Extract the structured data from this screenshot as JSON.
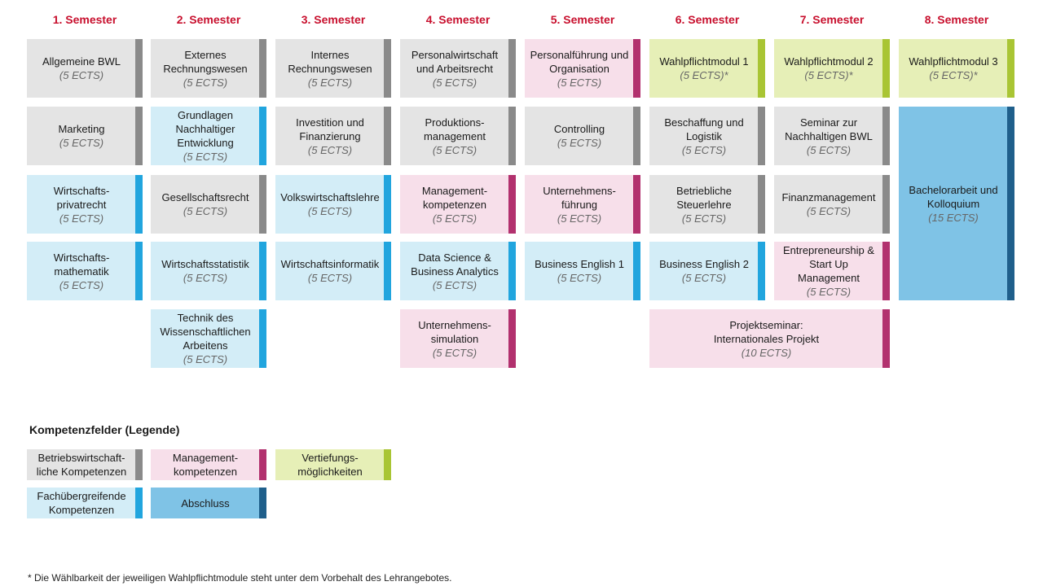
{
  "semesters": [
    "1. Semester",
    "2. Semester",
    "3. Semester",
    "4. Semester",
    "5. Semester",
    "6. Semester",
    "7. Semester",
    "8. Semester"
  ],
  "modules": [
    {
      "name": "Allgemeine BWL",
      "ects": "(5 ECTS)",
      "field": "grey"
    },
    {
      "name": "Marketing",
      "ects": "(5 ECTS)",
      "field": "grey"
    },
    {
      "name": "Wirtschafts-\nprivatrecht",
      "ects": "(5 ECTS)",
      "field": "blue"
    },
    {
      "name": "Wirtschafts-\nmathematik",
      "ects": "(5 ECTS)",
      "field": "blue"
    },
    {
      "name": "Externes\nRechnungswesen",
      "ects": "(5 ECTS)",
      "field": "grey"
    },
    {
      "name": "Grundlagen\nNachhaltiger\nEntwicklung",
      "ects": "(5 ECTS)",
      "field": "blue"
    },
    {
      "name": "Gesellschaftsrecht",
      "ects": "(5 ECTS)",
      "field": "grey"
    },
    {
      "name": "Wirtschaftsstatistik",
      "ects": "(5 ECTS)",
      "field": "blue"
    },
    {
      "name": "Technik des\nWissenschaftlichen\nArbeitens",
      "ects": "(5 ECTS)",
      "field": "blue"
    },
    {
      "name": "Internes\nRechnungswesen",
      "ects": "(5 ECTS)",
      "field": "grey"
    },
    {
      "name": "Investition und\nFinanzierung",
      "ects": "(5 ECTS)",
      "field": "grey"
    },
    {
      "name": "Volkswirtschaftslehre",
      "ects": "(5 ECTS)",
      "field": "blue"
    },
    {
      "name": "Wirtschaftsinformatik",
      "ects": "(5 ECTS)",
      "field": "blue"
    },
    {
      "name": "Personalwirtschaft\nund Arbeitsrecht",
      "ects": "(5 ECTS)",
      "field": "grey"
    },
    {
      "name": "Produktions-\nmanagement",
      "ects": "(5 ECTS)",
      "field": "grey"
    },
    {
      "name": "Management-\nkompetenzen",
      "ects": "(5 ECTS)",
      "field": "pink"
    },
    {
      "name": "Data Science &\nBusiness Analytics",
      "ects": "(5 ECTS)",
      "field": "blue"
    },
    {
      "name": "Unternehmens-\nsimulation",
      "ects": "(5 ECTS)",
      "field": "pink"
    },
    {
      "name": "Personalführung und\nOrganisation",
      "ects": "(5 ECTS)",
      "field": "pink"
    },
    {
      "name": "Controlling",
      "ects": "(5 ECTS)",
      "field": "grey"
    },
    {
      "name": "Unternehmens-\nführung",
      "ects": "(5 ECTS)",
      "field": "pink"
    },
    {
      "name": "Business English 1",
      "ects": "(5 ECTS)",
      "field": "blue"
    },
    {
      "name": "Wahlpflichtmodul 1",
      "ects": "(5 ECTS)*",
      "field": "green"
    },
    {
      "name": "Beschaffung und\nLogistik",
      "ects": "(5 ECTS)",
      "field": "grey"
    },
    {
      "name": "Betriebliche\nSteuerlehre",
      "ects": "(5 ECTS)",
      "field": "grey"
    },
    {
      "name": "Business English 2",
      "ects": "(5 ECTS)",
      "field": "blue"
    },
    {
      "name": "Wahlpflichtmodul 2",
      "ects": "(5 ECTS)*",
      "field": "green"
    },
    {
      "name": "Seminar zur\nNachhaltigen BWL",
      "ects": "(5 ECTS)",
      "field": "grey"
    },
    {
      "name": "Finanzmanagement",
      "ects": "(5 ECTS)",
      "field": "grey"
    },
    {
      "name": "Entrepreneurship &\nStart Up\nManagement",
      "ects": "(5 ECTS)",
      "field": "pink"
    },
    {
      "name": "Projektseminar:\nInternationales Projekt",
      "ects": "(10 ECTS)",
      "field": "pink"
    },
    {
      "name": "Wahlpflichtmodul 3",
      "ects": "(5 ECTS)*",
      "field": "green"
    },
    {
      "name": "Bachelorarbeit und\nKolloquium",
      "ects": "(15 ECTS)",
      "field": "dark"
    }
  ],
  "legend": {
    "title": "Kompetenzfelder (Legende)",
    "items": [
      {
        "label": "Betriebswirtschaft-\nliche Kompetenzen",
        "field": "grey"
      },
      {
        "label": "Management-\nkompetenzen",
        "field": "pink"
      },
      {
        "label": "Vertiefungs-\nmöglichkeiten",
        "field": "green"
      },
      {
        "label": "Fachübergreifende\nKompetenzen",
        "field": "blue"
      },
      {
        "label": "Abschluss",
        "field": "dark"
      }
    ]
  },
  "footnote": "* Die Wählbarkeit der jeweiligen Wahlpflichtmodule steht unter dem Vorbehalt des Lehrangebotes."
}
